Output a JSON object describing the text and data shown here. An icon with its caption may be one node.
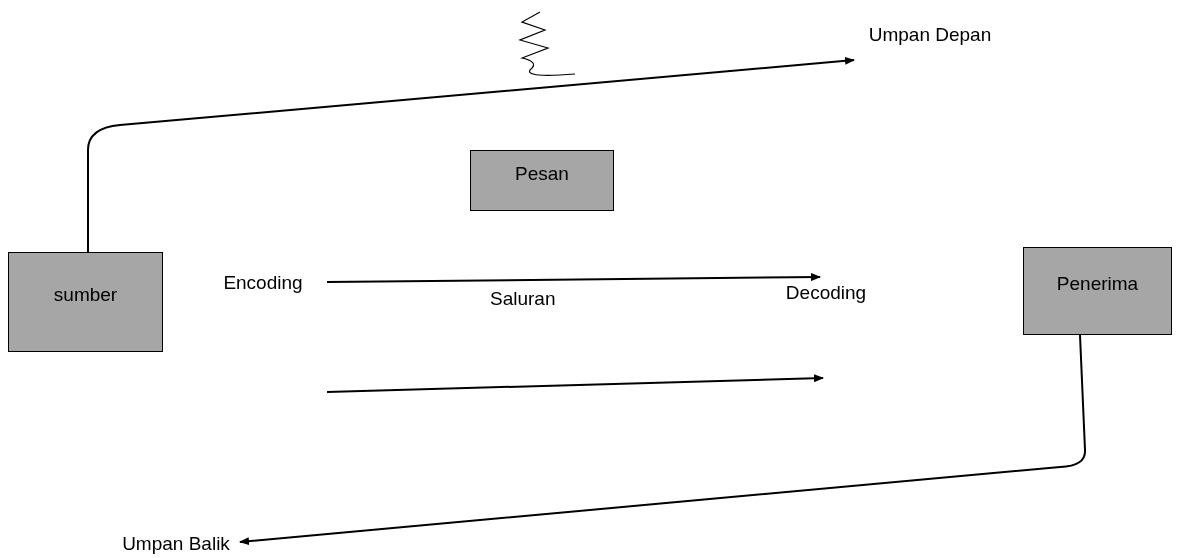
{
  "diagram": {
    "nodes": [
      {
        "text": [
          "sumber"
        ]
      },
      {
        "text": [
          "Pesan"
        ]
      },
      {
        "text": [
          "Penerima"
        ]
      },
      {
        "text": [
          "Encoding"
        ]
      },
      {
        "text": [
          "Decoding"
        ]
      },
      {
        "text": [
          "Umpan Depan"
        ]
      },
      {
        "text": [
          "Umpan Balik"
        ]
      }
    ],
    "edges": [
      {
        "from": 0,
        "to": 5,
        "arrow": "to"
      },
      {
        "from": 3,
        "to": 4,
        "arrow": "to"
      },
      {
        "from": null,
        "to": 4,
        "arrow": "to"
      },
      {
        "from": 2,
        "to": 6,
        "arrow": "to"
      }
    ],
    "labels": [
      "Saluran"
    ]
  }
}
